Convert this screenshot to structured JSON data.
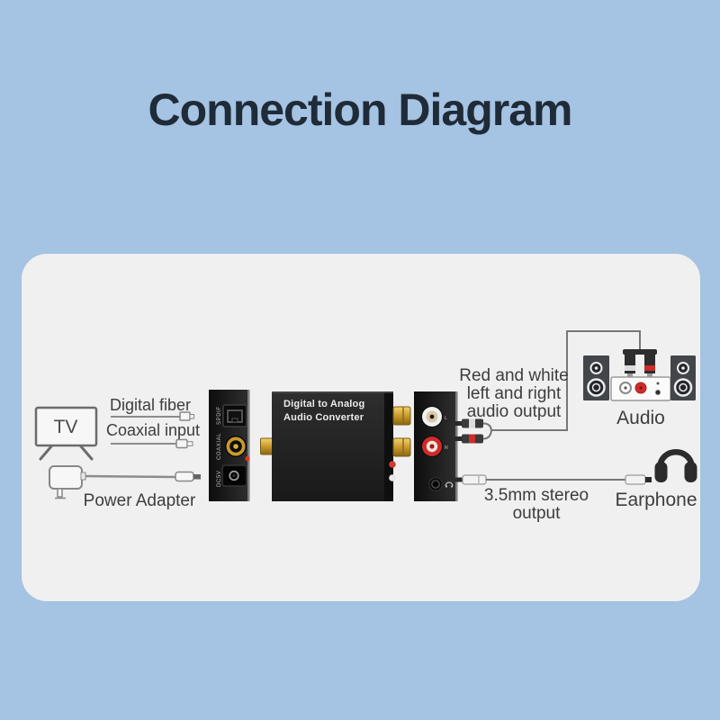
{
  "title": "Connection Diagram",
  "colors": {
    "background": "#a5c3e3",
    "panel": "#f0f0f1",
    "title_text": "#202b38",
    "label_text": "#3d3d3d",
    "device_black": "#1b1b1b",
    "gold": "#c9992b",
    "red_accent": "#cf2b28",
    "cable_gray": "#7d7d7d"
  },
  "left": {
    "tv_label": "TV",
    "digital_fiber_label": "Digital fiber",
    "coaxial_input_label": "Coaxial input",
    "power_adapter_label": "Power Adapter"
  },
  "converter": {
    "name_line1": "Digital to Analog",
    "name_line2": "Audio Converter",
    "spdif_label": "SPDIF",
    "coaxial_label": "COAXIAL",
    "dc5v_label": "DC5V",
    "out_left_label": "L",
    "out_right_label": "R"
  },
  "right": {
    "rca_note_line1": "Red and white",
    "rca_note_line2": "left and right",
    "rca_note_line3": "audio output",
    "audio_label": "Audio",
    "stereo_note_line1": "3.5mm stereo",
    "stereo_note_line2": "output",
    "earphone_label": "Earphone"
  }
}
